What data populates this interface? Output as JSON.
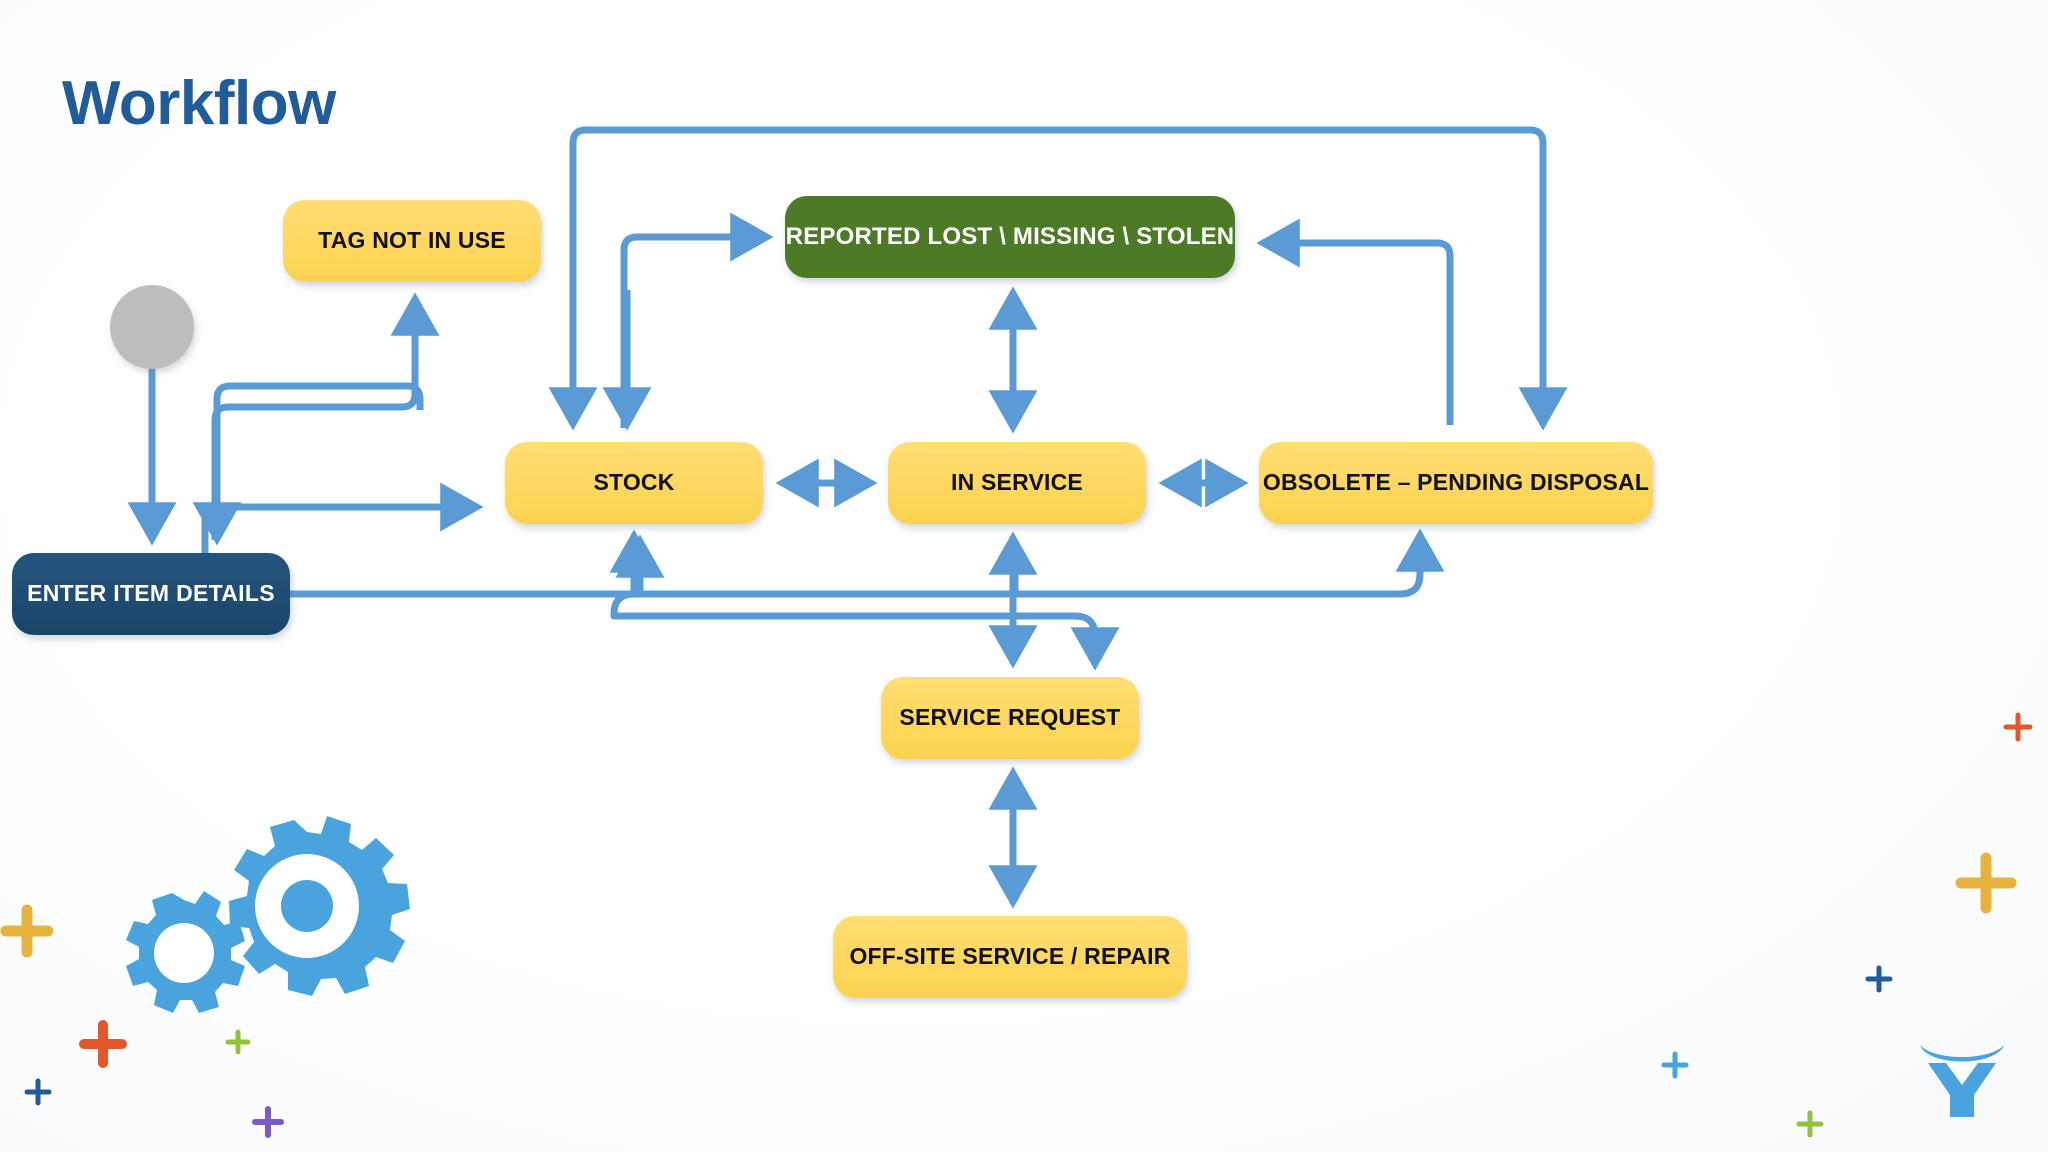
{
  "slide": {
    "title": "Workflow",
    "title_color": "#1F5C99",
    "background": "#ffffff"
  },
  "palette": {
    "yellow_node": "#FCD24F",
    "green_node": "#4C7A27",
    "navy_node": "#24557F",
    "connector_blue": "#5B9BD5",
    "start_circle_gray": "#BDBDBD",
    "gear_blue": "#49A3DC",
    "plus_yellow": "#EAB game",
    "logo_blue": "#4AA3DC"
  },
  "nodes": [
    {
      "id": "start",
      "label": "",
      "shape": "circle",
      "color": "gray"
    },
    {
      "id": "enter",
      "label": "ENTER ITEM DETAILS",
      "shape": "rounded-rect",
      "color": "navy"
    },
    {
      "id": "tag",
      "label": "TAG NOT IN USE",
      "shape": "rounded-rect",
      "color": "yellow"
    },
    {
      "id": "lost",
      "label": "REPORTED LOST \\ MISSING \\ STOLEN",
      "shape": "rounded-rect",
      "color": "green"
    },
    {
      "id": "stock",
      "label": "STOCK",
      "shape": "rounded-rect",
      "color": "yellow"
    },
    {
      "id": "inservice",
      "label": "IN SERVICE",
      "shape": "rounded-rect",
      "color": "yellow"
    },
    {
      "id": "obsolete",
      "label": "OBSOLETE – PENDING DISPOSAL",
      "shape": "rounded-rect",
      "color": "yellow"
    },
    {
      "id": "service",
      "label": "SERVICE REQUEST",
      "shape": "rounded-rect",
      "color": "yellow"
    },
    {
      "id": "offsite",
      "label": "OFF-SITE SERVICE / REPAIR",
      "shape": "rounded-rect",
      "color": "yellow"
    }
  ],
  "edges": [
    {
      "from": "start",
      "to": "enter",
      "direction": "one-way"
    },
    {
      "from": "enter",
      "to": "tag",
      "direction": "one-way"
    },
    {
      "from": "tag",
      "to": "enter",
      "direction": "one-way"
    },
    {
      "from": "enter",
      "to": "stock",
      "direction": "one-way"
    },
    {
      "from": "enter",
      "to": "inservice",
      "direction": "one-way"
    },
    {
      "from": "enter",
      "to": "service",
      "direction": "one-way"
    },
    {
      "from": "stock",
      "to": "inservice",
      "direction": "two-way"
    },
    {
      "from": "inservice",
      "to": "obsolete",
      "direction": "two-way"
    },
    {
      "from": "inservice",
      "to": "lost",
      "direction": "two-way"
    },
    {
      "from": "stock",
      "to": "lost",
      "direction": "one-way"
    },
    {
      "from": "obsolete",
      "to": "lost",
      "direction": "one-way"
    },
    {
      "from": "lost",
      "to": "stock",
      "direction": "one-way"
    },
    {
      "from": "lost",
      "to": "obsolete",
      "direction": "one-way"
    },
    {
      "from": "inservice",
      "to": "service",
      "direction": "two-way"
    },
    {
      "from": "service",
      "to": "stock",
      "direction": "one-way"
    },
    {
      "from": "service",
      "to": "obsolete",
      "direction": "one-way"
    },
    {
      "from": "service",
      "to": "offsite",
      "direction": "two-way"
    }
  ],
  "decorations": {
    "gears": [
      {
        "name": "large-gear",
        "teeth": 10
      },
      {
        "name": "small-gear",
        "teeth": 8
      }
    ],
    "plus_marks": [
      {
        "name": "plus-yellow-left",
        "color": "#E8B33C"
      },
      {
        "name": "plus-orange-left",
        "color": "#E2582B"
      },
      {
        "name": "plus-green-left",
        "color": "#93C23C"
      },
      {
        "name": "plus-navy-left",
        "color": "#1F5C99"
      },
      {
        "name": "plus-purple-left",
        "color": "#7E5BC4"
      },
      {
        "name": "plus-orange-right",
        "color": "#E2582B"
      },
      {
        "name": "plus-yellow-right",
        "color": "#E8B33C"
      },
      {
        "name": "plus-navy-right",
        "color": "#1F5C99"
      },
      {
        "name": "plus-blue-right",
        "color": "#4AA3DC"
      },
      {
        "name": "plus-green-right",
        "color": "#93C23C"
      }
    ],
    "logo": {
      "name": "brand-logo",
      "color": "#4AA3DC"
    }
  }
}
